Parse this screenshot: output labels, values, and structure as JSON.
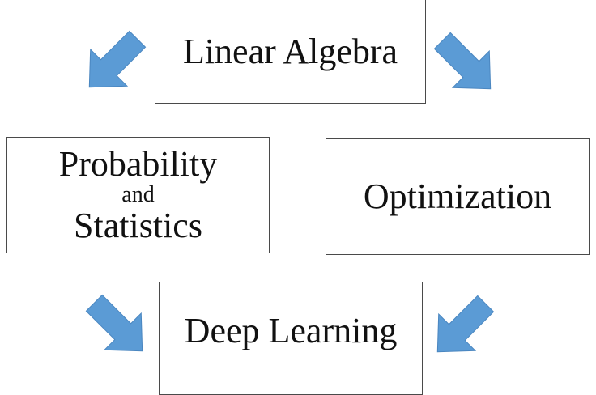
{
  "nodes": {
    "linear_algebra": "Linear Algebra",
    "probability_line1": "Probability",
    "probability_line2": "and",
    "probability_line3": "Statistics",
    "optimization": "Optimization",
    "deep_learning": "Deep Learning"
  },
  "colors": {
    "arrow_fill": "#5b9bd5",
    "box_border": "#4a4a4a",
    "text": "#111111"
  }
}
